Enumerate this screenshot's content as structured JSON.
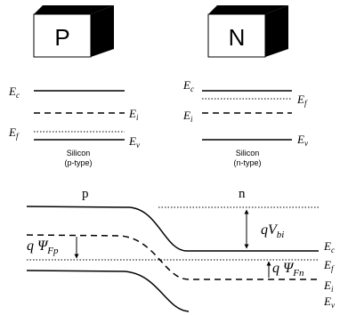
{
  "blocks": {
    "p_label": "P",
    "n_label": "N"
  },
  "p_side": {
    "ec": "E",
    "ec_sub": "c",
    "ei": "E",
    "ei_sub": "i",
    "ef": "E",
    "ef_sub": "f",
    "ev": "E",
    "ev_sub": "v",
    "caption_line1": "Silicon",
    "caption_line2": "(p-type)"
  },
  "n_side": {
    "ec": "E",
    "ec_sub": "c",
    "ef": "E",
    "ef_sub": "f",
    "ei": "E",
    "ei_sub": "i",
    "ev": "E",
    "ev_sub": "v",
    "caption_line1": "Silicon",
    "caption_line2": "(n-type)"
  },
  "junction": {
    "p_label": "p",
    "n_label": "n",
    "qvbi": "qV",
    "qvbi_sub": "bi",
    "q_psi_fp": "q",
    "psi": "Ψ",
    "psi_fp_sub": "Fp",
    "q_psi_fn": "q",
    "psi_fn_sub": "Fn",
    "ec": "E",
    "ec_sub": "c",
    "ef": "E",
    "ef_sub": "f",
    "ei": "E",
    "ei_sub": "i",
    "ev": "E",
    "ev_sub": "v"
  },
  "colors": {
    "line": "#000000",
    "block_face": "#ffffff",
    "block_shadow": "#000000"
  }
}
